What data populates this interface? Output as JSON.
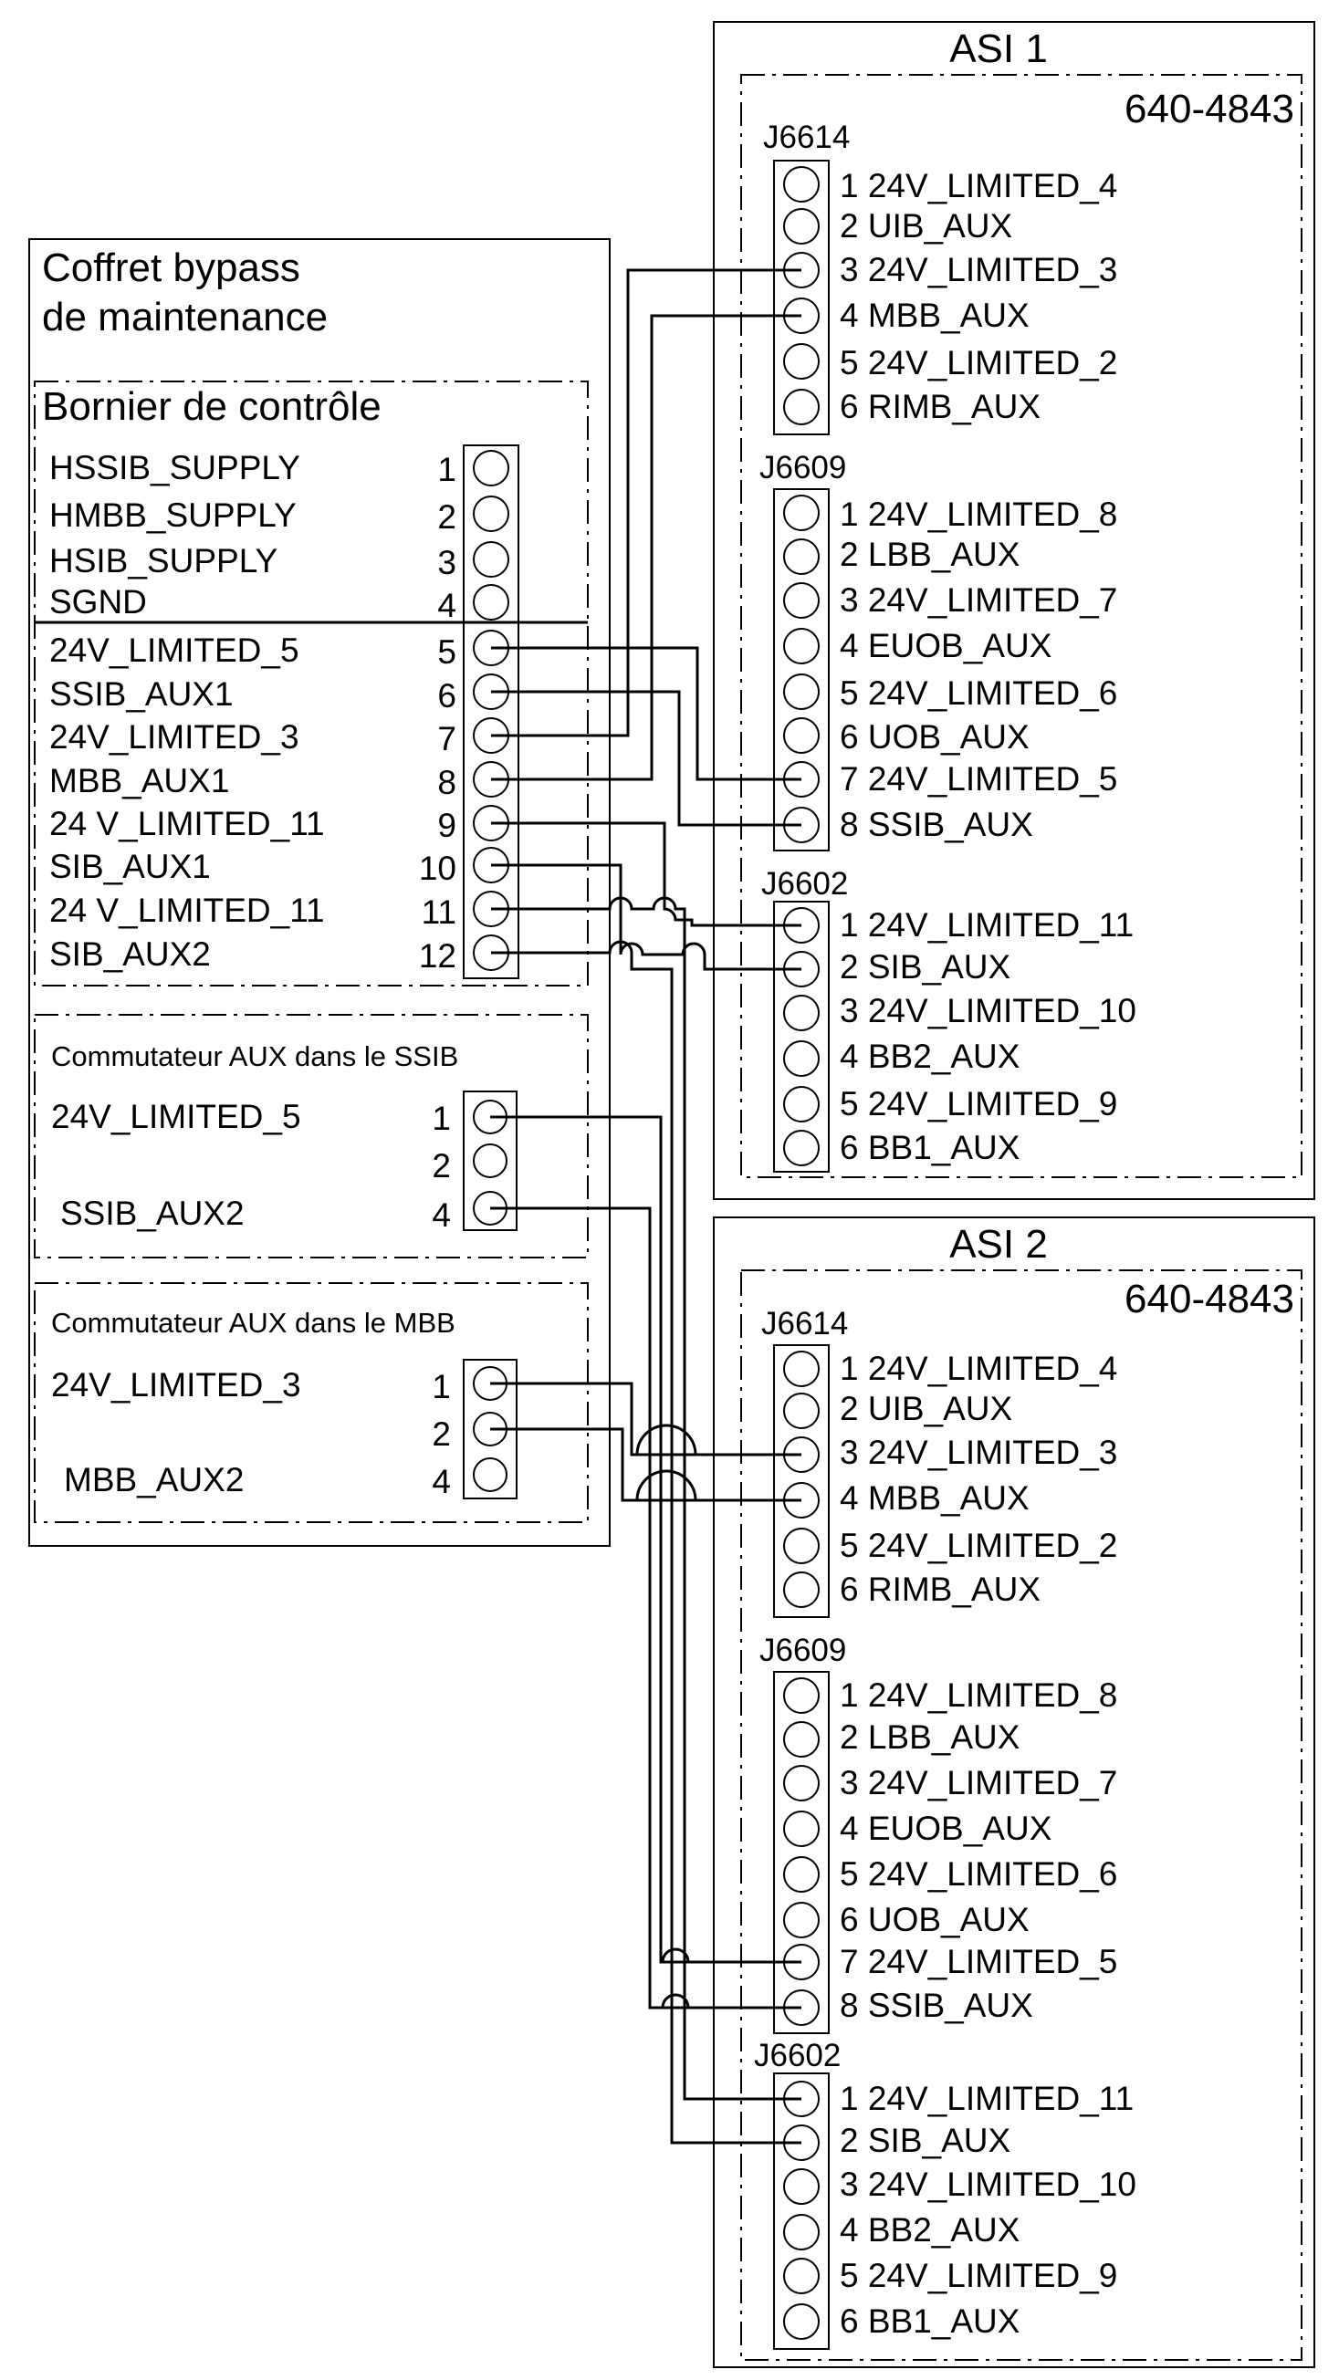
{
  "bypass": {
    "title_line1": "Coffret bypass",
    "title_line2": "de maintenance",
    "terminal": {
      "title": "Bornier de contrôle",
      "rows": [
        {
          "label": "HSSIB_SUPPLY",
          "num": "1"
        },
        {
          "label": "HMBB_SUPPLY",
          "num": "2"
        },
        {
          "label": "HSIB_SUPPLY",
          "num": "3"
        },
        {
          "label": "SGND",
          "num": "4"
        },
        {
          "label": "24V_LIMITED_5",
          "num": "5"
        },
        {
          "label": "SSIB_AUX1",
          "num": "6"
        },
        {
          "label": "24V_LIMITED_3",
          "num": "7"
        },
        {
          "label": "MBB_AUX1",
          "num": "8"
        },
        {
          "label": "24 V_LIMITED_11",
          "num": "9"
        },
        {
          "label": "SIB_AUX1",
          "num": "10"
        },
        {
          "label": "24 V_LIMITED_11",
          "num": "11"
        },
        {
          "label": "SIB_AUX2",
          "num": "12"
        }
      ]
    },
    "ssib_switch": {
      "title": "Commutateur AUX dans le SSIB",
      "rows": [
        {
          "label": "24V_LIMITED_5",
          "num": "1"
        },
        {
          "label": "",
          "num": "2"
        },
        {
          "label": "SSIB_AUX2",
          "num": "4"
        }
      ]
    },
    "mbb_switch": {
      "title": "Commutateur AUX dans le MBB",
      "rows": [
        {
          "label": "24V_LIMITED_3",
          "num": "1"
        },
        {
          "label": "",
          "num": "2"
        },
        {
          "label": "MBB_AUX2",
          "num": "4"
        }
      ]
    }
  },
  "ups": [
    {
      "title": "ASI 1",
      "part_number": "640-4843",
      "connectors": [
        {
          "name": "J6614",
          "pins": [
            "1 24V_LIMITED_4",
            "2 UIB_AUX",
            "3 24V_LIMITED_3",
            "4 MBB_AUX",
            "5 24V_LIMITED_2",
            "6 RIMB_AUX"
          ]
        },
        {
          "name": "J6609",
          "pins": [
            "1 24V_LIMITED_8",
            "2 LBB_AUX",
            "3 24V_LIMITED_7",
            "4 EUOB_AUX",
            "5 24V_LIMITED_6",
            "6 UOB_AUX",
            "7 24V_LIMITED_5",
            "8 SSIB_AUX"
          ]
        },
        {
          "name": "J6602",
          "pins": [
            "1 24V_LIMITED_11",
            "2 SIB_AUX",
            "3 24V_LIMITED_10",
            "4 BB2_AUX",
            "5 24V_LIMITED_9",
            "6 BB1_AUX"
          ]
        }
      ]
    },
    {
      "title": "ASI 2",
      "part_number": "640-4843",
      "connectors": [
        {
          "name": "J6614",
          "pins": [
            "1 24V_LIMITED_4",
            "2 UIB_AUX",
            "3 24V_LIMITED_3",
            "4 MBB_AUX",
            "5 24V_LIMITED_2",
            "6 RIMB_AUX"
          ]
        },
        {
          "name": "J6609",
          "pins": [
            "1 24V_LIMITED_8",
            "2 LBB_AUX",
            "3 24V_LIMITED_7",
            "4 EUOB_AUX",
            "5 24V_LIMITED_6",
            "6 UOB_AUX",
            "7 24V_LIMITED_5",
            "8 SSIB_AUX"
          ]
        },
        {
          "name": "J6602",
          "pins": [
            "1 24V_LIMITED_11",
            "2 SIB_AUX",
            "3 24V_LIMITED_10",
            "4 BB2_AUX",
            "5 24V_LIMITED_9",
            "6 BB1_AUX"
          ]
        }
      ]
    }
  ]
}
